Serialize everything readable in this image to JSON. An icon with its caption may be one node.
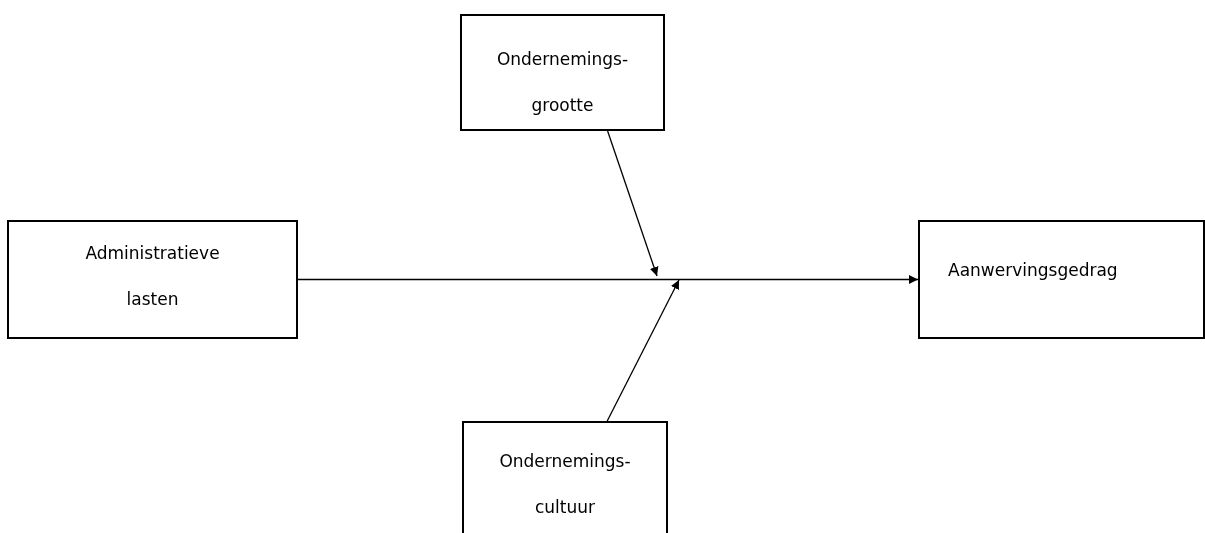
{
  "diagram": {
    "nodes": [
      {
        "text": [
          "Ondernemings- grootte"
        ]
      },
      {
        "text": [
          "Administratieve lasten"
        ]
      },
      {
        "text": [
          "Aanwervingsgedrag"
        ]
      },
      {
        "text": [
          "Ondernemings- cultuur"
        ]
      }
    ],
    "edges": [
      {
        "from": 1,
        "to": 2,
        "arrow": "to"
      },
      {
        "from": 0,
        "to": null,
        "arrow": "to"
      },
      {
        "from": 3,
        "to": null,
        "arrow": "to"
      }
    ]
  }
}
